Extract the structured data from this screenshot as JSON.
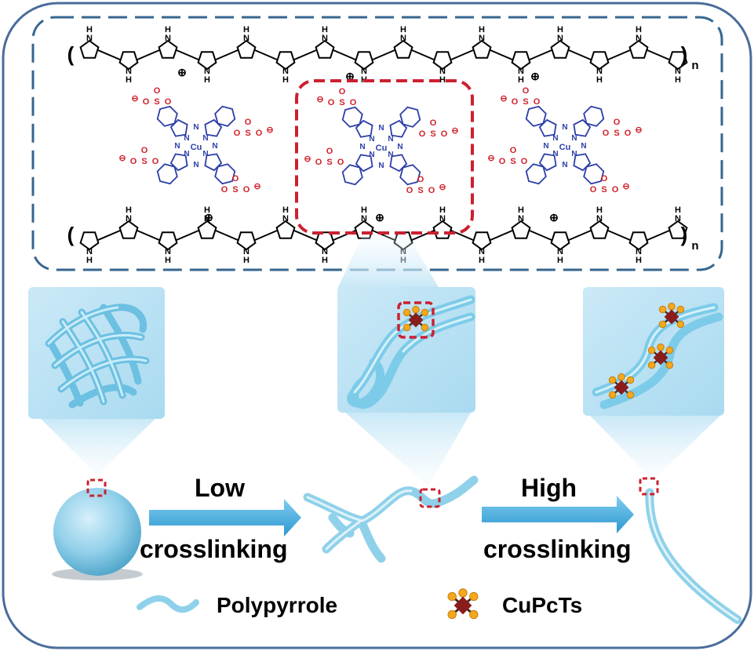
{
  "stage1": {
    "label_top": "Low",
    "label_bottom": "crosslinking"
  },
  "stage2": {
    "label_top": "High",
    "label_bottom": "crosslinking"
  },
  "legend": {
    "item1": "Polypyrrole",
    "item2": "CuPcTs"
  },
  "chem": {
    "subscript_n": "n",
    "metal": "Cu",
    "nitrogen": "N",
    "amine": "H",
    "sulfonate_S": "S",
    "sulfonate_O": "O",
    "charge_minus": "⊖",
    "charge_plus": "⊕"
  },
  "colors": {
    "border": "#4a6c9b",
    "dashed_top": "#5a7fa8",
    "highlight_red": "#cc2030",
    "phthalocyanine_blue": "#2c3ea8",
    "sulfonate_red": "#d0212a",
    "tube_cyan": "#9ed6ec",
    "arrow_blue": "#3ca8d8"
  }
}
